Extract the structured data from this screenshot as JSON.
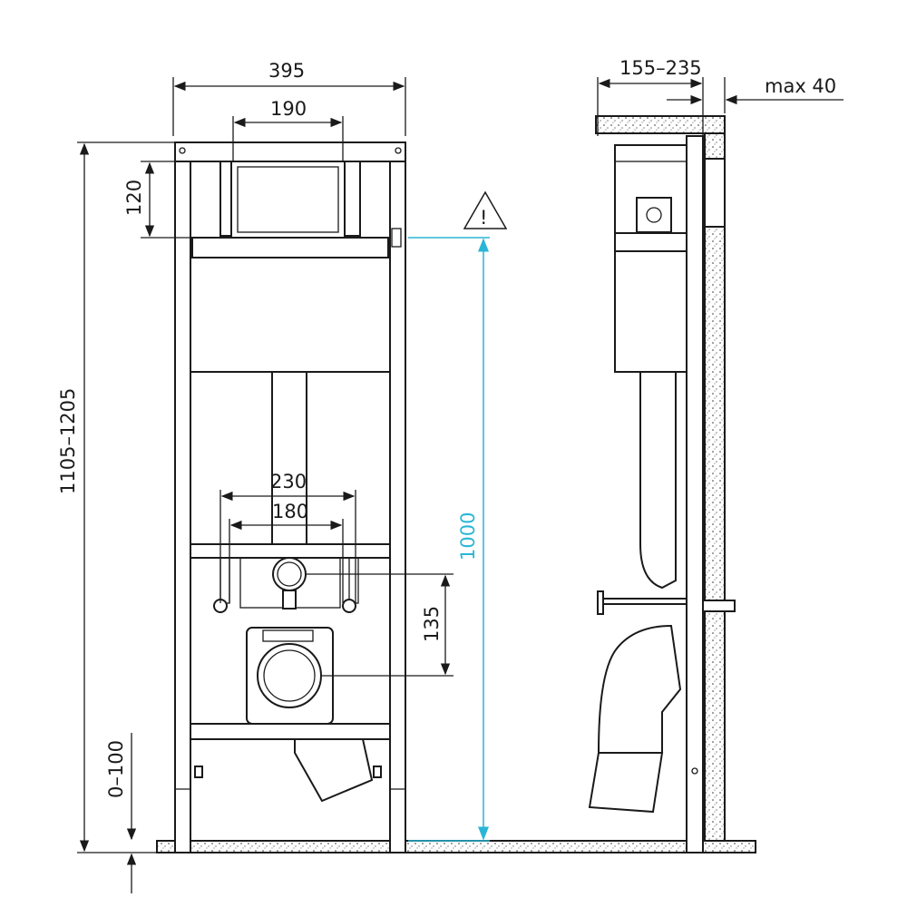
{
  "dimensions": {
    "frame_width": "395",
    "plate_width": "190",
    "plate_height": "120",
    "total_height": "1105–1205",
    "outer_connection": "230",
    "inner_connection": "180",
    "drain_offset": "135",
    "actuator_height": "1000",
    "foot_adjust": "0–100",
    "depth": "155–235",
    "wall_max": "max 40"
  },
  "warning_symbol": "!",
  "colors": {
    "line": "#1a1a1a",
    "highlight": "#29b6d6"
  }
}
